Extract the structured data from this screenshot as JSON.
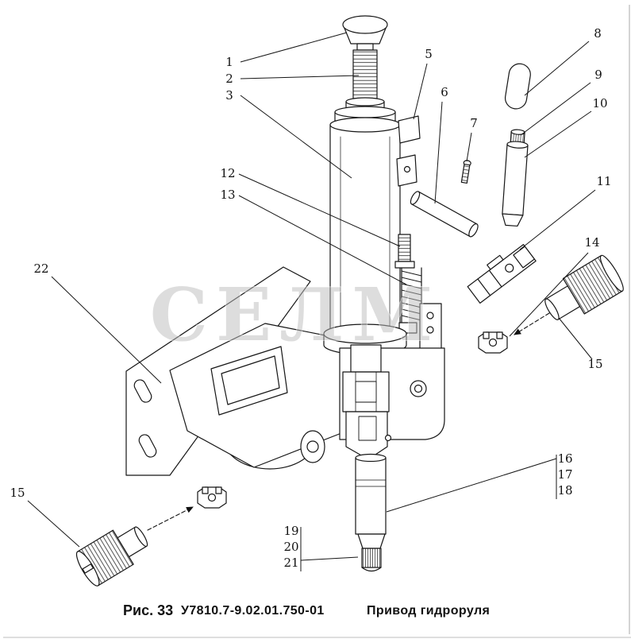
{
  "figure": {
    "watermark": "СЕЛМ",
    "caption": {
      "fig_label": "Рис. 33",
      "part_number": "У7810.7-9.02.01.750-01",
      "title": "Привод гидроруля"
    }
  },
  "callouts": {
    "part1": "1",
    "part2": "2",
    "part3": "3",
    "part5": "5",
    "part6": "6",
    "part7": "7",
    "part8": "8",
    "part9": "9",
    "part10": "10",
    "part11": "11",
    "part12": "12",
    "part13": "13",
    "part14": "14",
    "part15_right": "15",
    "part15_left": "15",
    "part16": "16",
    "part17": "17",
    "part18": "18",
    "part19": "19",
    "part20": "20",
    "part21": "21",
    "part22": "22"
  }
}
